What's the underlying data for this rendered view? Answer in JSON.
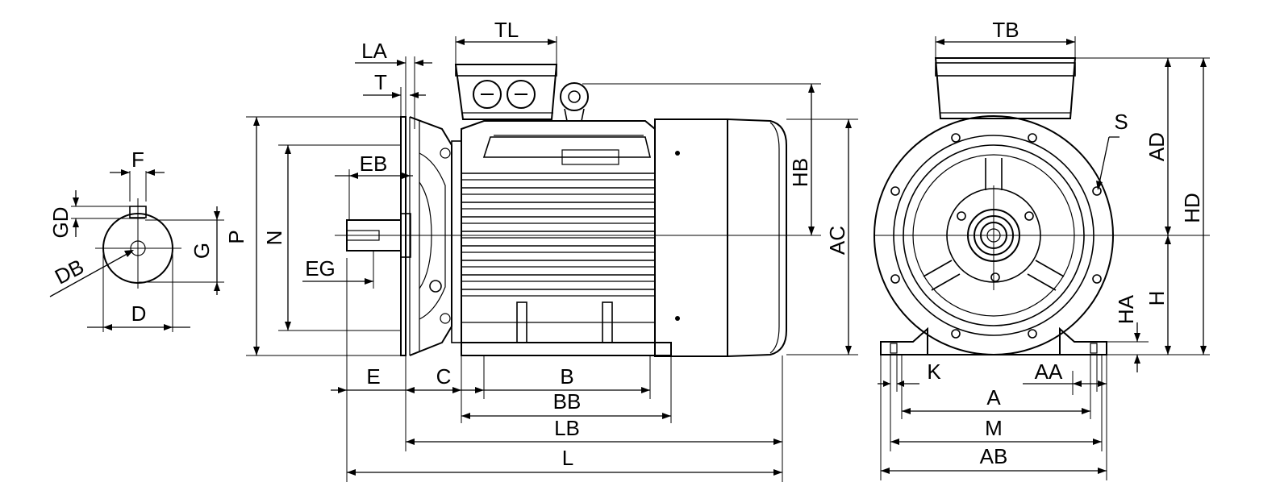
{
  "drawing": {
    "shaft_section": {
      "labels": {
        "F": "F",
        "GD": "GD",
        "DB": "DB",
        "G": "G",
        "D": "D"
      }
    },
    "side_view": {
      "labels": {
        "LA": "LA",
        "T": "T",
        "TL": "TL",
        "EB": "EB",
        "P": "P",
        "N": "N",
        "EG": "EG",
        "HB": "HB",
        "AC": "AC",
        "E": "E",
        "C": "C",
        "B": "B",
        "BB": "BB",
        "LB": "LB",
        "L": "L"
      }
    },
    "front_view": {
      "labels": {
        "TB": "TB",
        "S": "S",
        "AD": "AD",
        "HD": "HD",
        "H": "H",
        "HA": "HA",
        "K": "K",
        "AA": "AA",
        "A": "A",
        "M": "M",
        "AB": "AB"
      }
    }
  }
}
